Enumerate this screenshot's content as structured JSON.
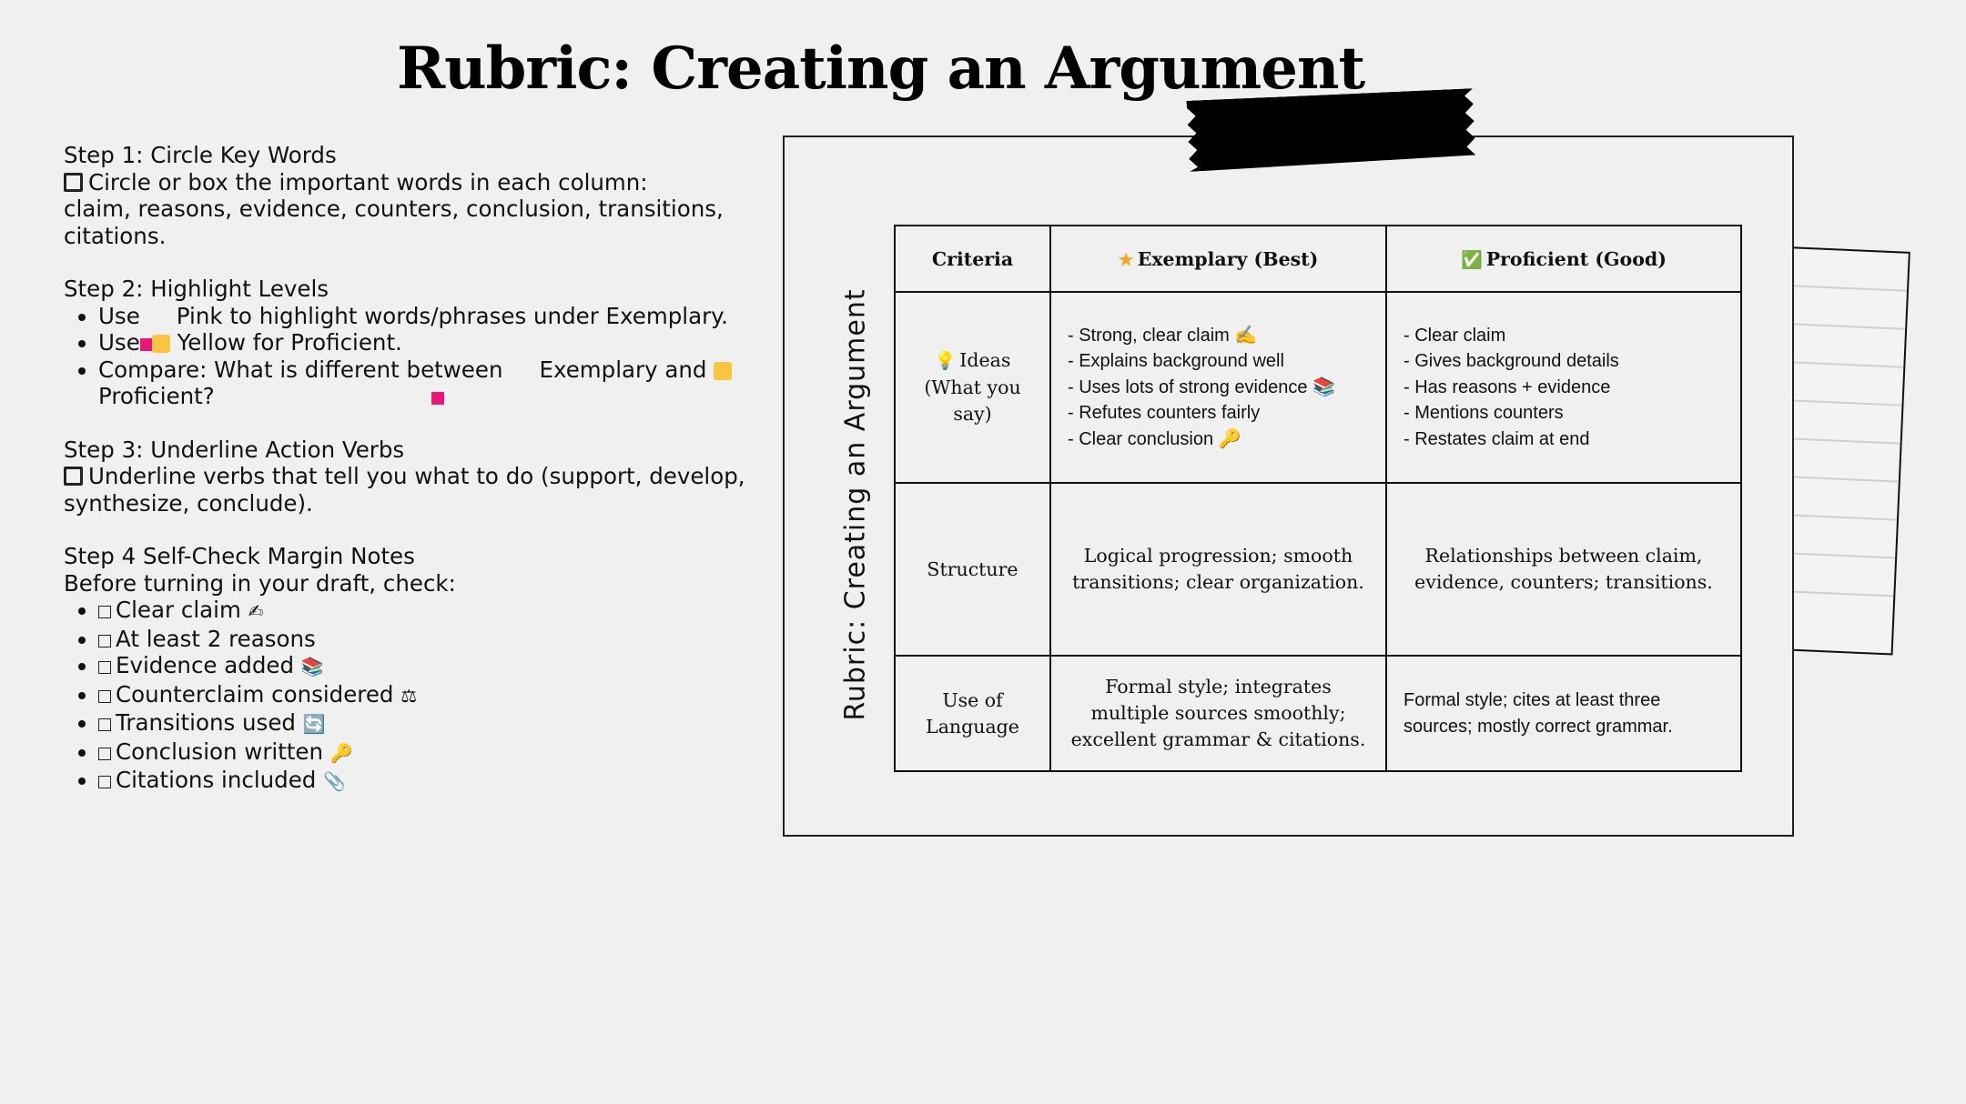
{
  "title": "Rubric: Creating an Argument",
  "instructions": {
    "step1": {
      "heading": "Step 1: Circle Key Words",
      "line1": "Circle or box the important words in each column:",
      "line2": "claim, reasons, evidence, counters, conclusion, transitions, citations."
    },
    "step2": {
      "heading": "Step 2: Highlight Levels",
      "b1_pre": "Use",
      "b1_post": "Pink to highlight words/phrases under Exemplary.",
      "b2_pre": "Use",
      "b2_post": "Yellow for Proficient.",
      "b3_pre": "Compare: What is different between",
      "b3_mid": "Exemplary and",
      "b3_post": "Proficient?"
    },
    "step3": {
      "heading": "Step 3: Underline Action Verbs",
      "line1": "Underline verbs that tell you what to do (support, develop,",
      "line2": "synthesize, conclude)."
    },
    "step4": {
      "heading": "Step 4 Self-Check Margin Notes",
      "intro": "Before turning in your draft, check:",
      "items": [
        {
          "text": "Clear claim",
          "emoji": "✍"
        },
        {
          "text": "At least 2 reasons",
          "emoji": ""
        },
        {
          "text": "Evidence added",
          "emoji": "📚"
        },
        {
          "text": "Counterclaim considered",
          "emoji": "⚖"
        },
        {
          "text": "Transitions used",
          "emoji": "🔄"
        },
        {
          "text": "Conclusion written",
          "emoji": "🔑"
        },
        {
          "text": "Citations included",
          "emoji": "📎"
        }
      ]
    }
  },
  "vertical_label": "Rubric: Creating an Argument",
  "table": {
    "headers": {
      "criteria": "Criteria",
      "exemplary_icon": "★",
      "exemplary": "Exemplary (Best)",
      "proficient_icon": "✅",
      "proficient": "Proficient (Good)"
    },
    "rows": {
      "ideas": {
        "icon": "💡",
        "criteria": "Ideas (What you say)",
        "exemplary": [
          "- Strong, clear claim ✍",
          "- Explains background well",
          "- Uses lots of strong evidence 📚",
          "- Refutes counters fairly",
          "- Clear conclusion 🔑"
        ],
        "proficient": [
          "- Clear claim",
          "- Gives background details",
          "- Has reasons + evidence",
          "- Mentions counters",
          "- Restates claim at end"
        ]
      },
      "structure": {
        "criteria": "Structure",
        "exemplary": "Logical progression; smooth transitions; clear organization.",
        "proficient": "Relationships between claim, evidence, counters; transitions."
      },
      "language": {
        "criteria": "Use of Language",
        "exemplary": "Formal style; integrates multiple sources smoothly; excellent grammar & citations.",
        "proficient": "Formal style; cites at least three sources; mostly correct grammar."
      }
    }
  },
  "colors": {
    "background": "#f0f0f0",
    "pink": "#e8177a",
    "yellow": "#f9c440"
  }
}
